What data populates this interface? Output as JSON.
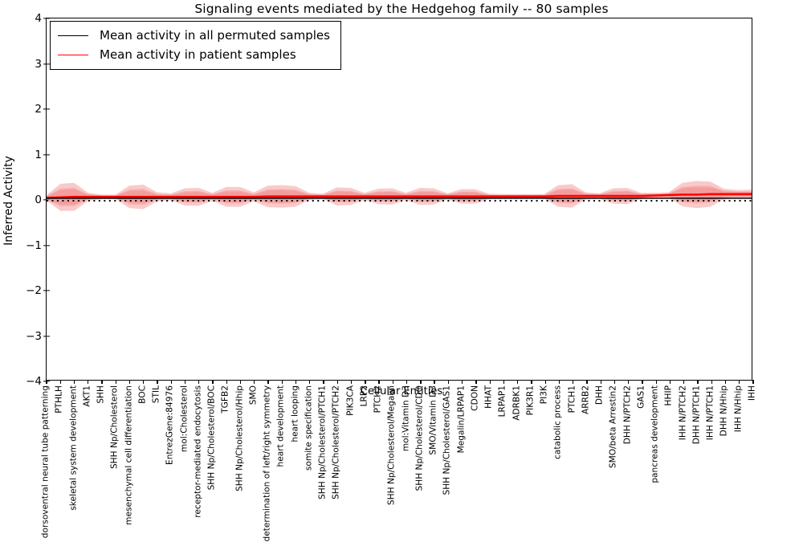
{
  "chart_data": {
    "type": "area",
    "title": "Signaling events mediated by the Hedgehog family -- 80 samples",
    "xlabel": "Cellular Entities",
    "ylabel": "Inferred Activity",
    "ylim": [
      -4,
      4
    ],
    "yticks": [
      -4,
      -3,
      -2,
      -1,
      0,
      1,
      2,
      3,
      4
    ],
    "grid": false,
    "legend_position": "upper left",
    "legend": [
      {
        "label": "Mean activity in all permuted samples",
        "color": "#000000",
        "style": "solid"
      },
      {
        "label": "Mean activity in patient samples",
        "color": "#ff0000",
        "style": "solid"
      }
    ],
    "band_color": "#f08080",
    "categories": [
      "dorsoventral neural tube patterning",
      "PTHLH",
      "skeletal system development",
      "AKT1",
      "SHH",
      "SHH Np/Cholesterol",
      "mesenchymal cell differentiation",
      "BOC",
      "STIL",
      "EntrezGene:84976",
      "mol:Cholesterol",
      "receptor-mediated endocytosis",
      "SHH Np/Cholesterol/BOC",
      "TGFB2",
      "SHH Np/Cholesterol/Hhip",
      "SMO",
      "determination of left/right symmetry",
      "heart development",
      "heart looping",
      "somite specification",
      "SHH Np/Cholesterol/PTCH1",
      "SHH Np/Cholesterol/PTCH2",
      "PIK3CA",
      "LRP2",
      "PTCH2",
      "SHH Np/Cholesterol/Megalin",
      "mol:Vitamin D3",
      "SHH Np/Cholesterol/CDO",
      "SMO/Vitamin D3",
      "SHH Np/Cholesterol/GAS1",
      "Megalin/LRPAP1",
      "CDON",
      "HHAT",
      "LRPAP1",
      "ADRBK1",
      "PIK3R1",
      "PI3K",
      "catabolic process",
      "PTCH1",
      "ARRB2",
      "DHH",
      "SMO/beta Arrestin2",
      "DHH N/PTCH2",
      "GAS1",
      "pancreas development",
      "HHIP",
      "IHH N/PTCH2",
      "DHH N/PTCH1",
      "IHH N/PTCH1",
      "DHH N/Hhip",
      "IHH N/Hhip",
      "IHH"
    ],
    "series": [
      {
        "name": "Mean activity in all permuted samples",
        "color": "#000000",
        "style": "dotted",
        "values": [
          0.02,
          0.02,
          0.02,
          0.02,
          0.02,
          0.02,
          0.02,
          0.02,
          0.02,
          0.02,
          0.02,
          0.02,
          0.02,
          0.02,
          0.02,
          0.02,
          0.02,
          0.02,
          0.02,
          0.02,
          0.02,
          0.02,
          0.02,
          0.02,
          0.02,
          0.02,
          0.02,
          0.02,
          0.02,
          0.02,
          0.02,
          0.02,
          0.02,
          0.02,
          0.02,
          0.02,
          0.02,
          0.02,
          0.02,
          0.02,
          0.02,
          0.02,
          0.02,
          0.02,
          0.02,
          0.02,
          0.02,
          0.02,
          0.02,
          0.02,
          0.02,
          0.02
        ]
      },
      {
        "name": "Mean activity in patient samples",
        "color": "#ff0000",
        "style": "solid",
        "values": [
          0.03,
          0.04,
          0.05,
          0.05,
          0.05,
          0.05,
          0.05,
          0.05,
          0.05,
          0.05,
          0.05,
          0.05,
          0.05,
          0.05,
          0.05,
          0.05,
          0.06,
          0.06,
          0.06,
          0.06,
          0.06,
          0.06,
          0.06,
          0.06,
          0.06,
          0.06,
          0.06,
          0.06,
          0.06,
          0.06,
          0.06,
          0.06,
          0.06,
          0.06,
          0.06,
          0.06,
          0.06,
          0.07,
          0.07,
          0.07,
          0.07,
          0.07,
          0.07,
          0.07,
          0.08,
          0.09,
          0.1,
          0.1,
          0.11,
          0.11,
          0.11,
          0.11
        ]
      }
    ],
    "band_outer_halfwidth": [
      0.06,
      0.3,
      0.31,
      0.09,
      0.05,
      0.05,
      0.25,
      0.27,
      0.1,
      0.08,
      0.19,
      0.2,
      0.09,
      0.22,
      0.22,
      0.1,
      0.24,
      0.25,
      0.23,
      0.08,
      0.06,
      0.2,
      0.19,
      0.08,
      0.17,
      0.18,
      0.08,
      0.19,
      0.18,
      0.07,
      0.16,
      0.16,
      0.06,
      0.05,
      0.05,
      0.05,
      0.05,
      0.24,
      0.26,
      0.08,
      0.06,
      0.17,
      0.18,
      0.07,
      0.06,
      0.06,
      0.26,
      0.3,
      0.28,
      0.12,
      0.09,
      0.1
    ],
    "band_inner_halfwidth": [
      0.03,
      0.16,
      0.17,
      0.05,
      0.03,
      0.03,
      0.13,
      0.14,
      0.05,
      0.04,
      0.1,
      0.11,
      0.05,
      0.12,
      0.12,
      0.05,
      0.13,
      0.14,
      0.12,
      0.04,
      0.03,
      0.11,
      0.1,
      0.04,
      0.09,
      0.1,
      0.04,
      0.1,
      0.1,
      0.04,
      0.09,
      0.09,
      0.03,
      0.03,
      0.03,
      0.03,
      0.03,
      0.13,
      0.14,
      0.04,
      0.03,
      0.09,
      0.1,
      0.04,
      0.03,
      0.03,
      0.14,
      0.16,
      0.15,
      0.06,
      0.05,
      0.05
    ]
  }
}
